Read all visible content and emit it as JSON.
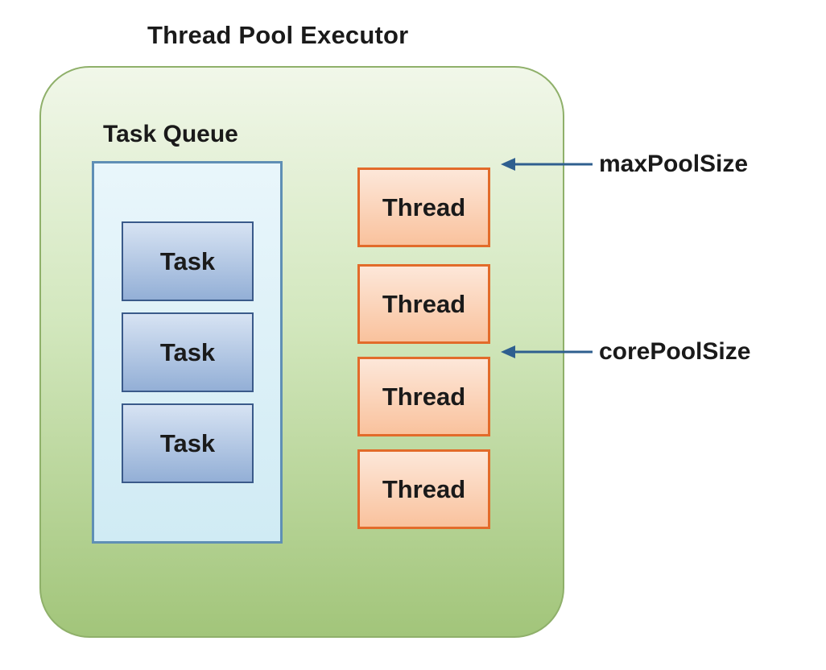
{
  "diagram": {
    "title": "Thread Pool Executor",
    "task_queue": {
      "label": "Task Queue",
      "tasks": [
        "Task",
        "Task",
        "Task"
      ]
    },
    "threads": [
      "Thread",
      "Thread",
      "Thread",
      "Thread"
    ],
    "markers": {
      "max_pool_size": "maxPoolSize",
      "core_pool_size": "corePoolSize"
    },
    "colors": {
      "pool_fill": "#b9d89a",
      "pool_border": "#8fb06a",
      "queue_fill": "#dbf0f7",
      "queue_border": "#5f8fb5",
      "task_fill": "#a9bfe0",
      "task_border": "#3a5a8a",
      "thread_fill": "#fbd2b5",
      "thread_border": "#e26b2a",
      "arrow": "#2f5f8f"
    }
  }
}
